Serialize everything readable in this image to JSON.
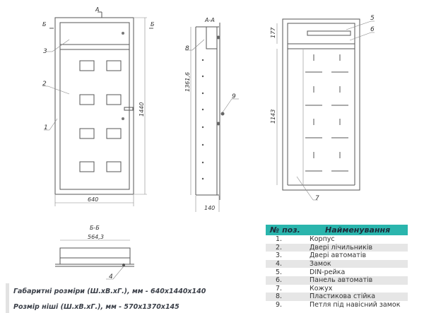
{
  "drawing": {
    "front_view": {
      "width_dim": "640",
      "height_dim": "1440",
      "section_a": "А",
      "section_b_left": "Б",
      "section_b_right": "Б",
      "callouts": [
        "1",
        "2",
        "3"
      ]
    },
    "side_view": {
      "title": "А-А",
      "height_dim": "1361,6",
      "depth_dim": "140",
      "callouts": [
        "8",
        "9"
      ]
    },
    "interior_view": {
      "top_dim": "177",
      "height_dim": "1143",
      "callouts": [
        "5",
        "6",
        "7"
      ]
    },
    "section_view": {
      "title": "Б-Б",
      "width_dim": "564,3",
      "callouts": [
        "4"
      ]
    }
  },
  "table": {
    "headers": [
      "№ поз.",
      "Найменування"
    ],
    "rows": [
      {
        "num": "1.",
        "name": "Корпус"
      },
      {
        "num": "2.",
        "name": "Двері лічильників"
      },
      {
        "num": "3.",
        "name": "Двері автоматів"
      },
      {
        "num": "4.",
        "name": "Замок"
      },
      {
        "num": "5.",
        "name": "DIN-рейка"
      },
      {
        "num": "6.",
        "name": "Панель автоматів"
      },
      {
        "num": "7.",
        "name": "Кожух"
      },
      {
        "num": "8.",
        "name": "Пластикова стійка"
      },
      {
        "num": "9.",
        "name": "Петля під навісний замок"
      }
    ],
    "header_color": "#2ab5ad"
  },
  "specs": {
    "overall": "Габаритні розміри (Ш.хВ.хГ.), мм - 640x1440x140",
    "niche": "Розмір ніші (Ш.хВ.хГ.), мм - 570x1370x145"
  }
}
